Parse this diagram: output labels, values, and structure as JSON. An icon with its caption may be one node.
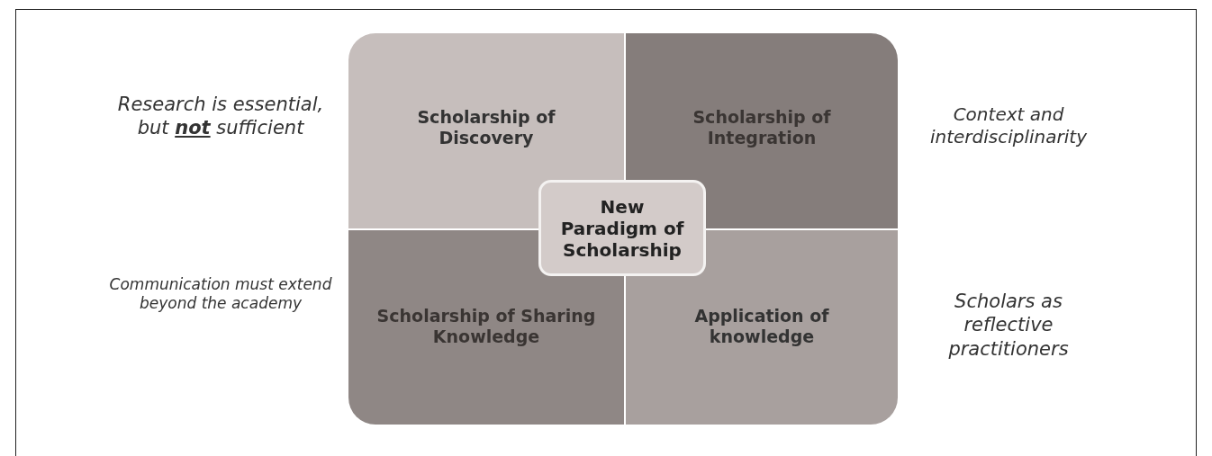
{
  "diagram": {
    "nodes": [
      {
        "text": [
          "Scholarship of Discovery"
        ]
      },
      {
        "text": [
          "Scholarship of Integration"
        ]
      },
      {
        "text": [
          "Scholarship of Sharing Knowledge"
        ]
      },
      {
        "text": [
          "Application of knowledge"
        ]
      },
      {
        "text": [
          "New Paradigm of Scholarship"
        ]
      }
    ],
    "labels": [
      "Research is essential, but **not** sufficient",
      "Context and interdisciplinarity",
      "Communication must extend beyond the academy",
      "Scholars as reflective practitioners"
    ]
  }
}
